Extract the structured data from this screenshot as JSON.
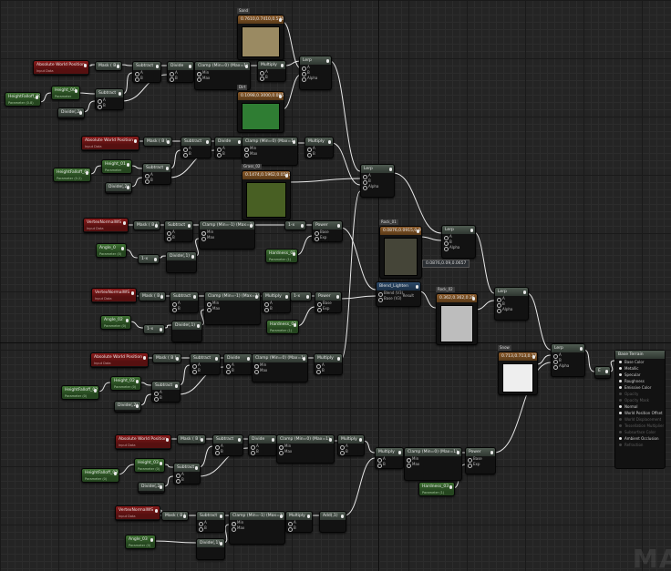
{
  "nodes": [
    {
      "id": "awp1",
      "title": "Absolute World Position",
      "subtitle": "Input Data",
      "color": "r",
      "pins": []
    },
    {
      "id": "mask1",
      "title": "Mask ( B )",
      "color": "g",
      "pins": []
    },
    {
      "id": "sub1",
      "title": "Subtract",
      "color": "g",
      "pins": [
        "A",
        "B"
      ]
    },
    {
      "id": "div1",
      "title": "Divide",
      "color": "g",
      "pins": [
        "A",
        "B"
      ]
    },
    {
      "id": "clamp1",
      "title": "Clamp (Min=0) (Max=1)",
      "color": "g",
      "pins": [
        "",
        "Min",
        "Max"
      ]
    },
    {
      "id": "mul1",
      "title": "Multiply",
      "color": "g",
      "pins": [
        "A",
        "B"
      ]
    },
    {
      "id": "lerp1",
      "title": "Lerp",
      "color": "g",
      "pins": [
        "A",
        "B",
        "Alpha"
      ]
    },
    {
      "id": "h00",
      "title": "Height_00",
      "subtitle": "Parameter (0.8)",
      "color": "gr",
      "pins": []
    },
    {
      "id": "hf00",
      "title": "HeightFalloff_00",
      "subtitle": "Parameter (0.8)",
      "color": "gr",
      "pins": []
    },
    {
      "id": "sub1b",
      "title": "Subtract",
      "color": "g",
      "pins": [
        "A",
        "B"
      ]
    },
    {
      "id": "div1b",
      "title": "Divide(,2)",
      "color": "g",
      "pins": []
    },
    {
      "id": "sand",
      "title": "0.7610,0.7410,0.5703",
      "label": "Sand",
      "color": "pk",
      "pins": []
    },
    {
      "id": "dirt",
      "title": "0.1098,0.3000,0.0850",
      "label": "Dirt",
      "color": "pk",
      "pins": []
    },
    {
      "id": "awp2",
      "title": "Absolute World Position",
      "subtitle": "Input Data",
      "color": "r",
      "pins": []
    },
    {
      "id": "mask2",
      "title": "Mask ( B )",
      "color": "g",
      "pins": []
    },
    {
      "id": "sub2",
      "title": "Subtract",
      "color": "g",
      "pins": [
        "A",
        "B"
      ]
    },
    {
      "id": "div2",
      "title": "Divide",
      "color": "g",
      "pins": [
        "A",
        "B"
      ]
    },
    {
      "id": "clamp2",
      "title": "Clamp (Min=0) (Max=1)",
      "color": "g",
      "pins": [
        "",
        "Min",
        "Max"
      ]
    },
    {
      "id": "mul2",
      "title": "Multiply",
      "color": "g",
      "pins": [
        "A",
        "B"
      ]
    },
    {
      "id": "h01",
      "title": "Height_01",
      "subtitle": "Parameter (0.2)",
      "color": "gr",
      "pins": []
    },
    {
      "id": "hf01",
      "title": "HeightFalloff_01",
      "subtitle": "Parameter (0.2)",
      "color": "gr",
      "pins": []
    },
    {
      "id": "sub2b",
      "title": "Subtract",
      "color": "g",
      "pins": [
        "A",
        "B"
      ]
    },
    {
      "id": "div2b",
      "title": "Divide(,2)",
      "color": "g",
      "pins": []
    },
    {
      "id": "grass",
      "title": "0.1474,0.1962,0.0597",
      "label": "Grass_02",
      "color": "pk",
      "pins": []
    },
    {
      "id": "lerp2",
      "title": "Lerp",
      "color": "g",
      "pins": [
        "A",
        "B",
        "Alpha"
      ]
    },
    {
      "id": "vn1",
      "title": "VertexNormalWS",
      "subtitle": "Input Data",
      "color": "r",
      "pins": []
    },
    {
      "id": "mask3",
      "title": "Mask ( B )",
      "color": "g",
      "pins": []
    },
    {
      "id": "sub3",
      "title": "Subtract",
      "color": "g",
      "pins": [
        "A",
        "B"
      ]
    },
    {
      "id": "clamp3",
      "title": "Clamp (Min=-1) (Max=1)",
      "color": "g",
      "pins": [
        "",
        "Min",
        "Max"
      ]
    },
    {
      "id": "one3",
      "title": "1-x",
      "color": "g",
      "pins": []
    },
    {
      "id": "pow3",
      "title": "Power",
      "color": "g",
      "pins": [
        "Base",
        "Exp"
      ]
    },
    {
      "id": "ang0",
      "title": "Angle_0",
      "subtitle": "Parameter (0)",
      "color": "gr",
      "pins": []
    },
    {
      "id": "onem3",
      "title": "1-x",
      "color": "g",
      "pins": []
    },
    {
      "id": "div3",
      "title": "Divide(,1)",
      "color": "g",
      "pins": []
    },
    {
      "id": "hard1",
      "title": "Hardness_01",
      "subtitle": "Parameter (1)",
      "color": "gr",
      "pins": []
    },
    {
      "id": "rock1",
      "title": "0.0876,0.0915,0.0657",
      "label": "Rock_01",
      "color": "pk",
      "pins": []
    },
    {
      "id": "lerp3",
      "title": "Lerp",
      "color": "g",
      "pins": [
        "A",
        "B",
        "Alpha"
      ]
    },
    {
      "id": "vn2",
      "title": "VertexNormalWS",
      "subtitle": "Input Data",
      "color": "r",
      "pins": []
    },
    {
      "id": "mask4",
      "title": "Mask ( B )",
      "color": "g",
      "pins": []
    },
    {
      "id": "sub4",
      "title": "Subtract",
      "color": "g",
      "pins": [
        "A",
        "B"
      ]
    },
    {
      "id": "clamp4",
      "title": "Clamp (Min=-1) (Max=1)",
      "color": "g",
      "pins": [
        "",
        "Min",
        "Max"
      ]
    },
    {
      "id": "mul4",
      "title": "Multiply",
      "color": "g",
      "pins": [
        "A",
        "B"
      ]
    },
    {
      "id": "one4",
      "title": "1-x",
      "color": "g",
      "pins": []
    },
    {
      "id": "pow4",
      "title": "Power",
      "color": "g",
      "pins": [
        "Base",
        "Exp"
      ]
    },
    {
      "id": "ang2",
      "title": "Angle_02",
      "subtitle": "Parameter (0)",
      "color": "gr",
      "pins": []
    },
    {
      "id": "onem4",
      "title": "1-x",
      "color": "g",
      "pins": []
    },
    {
      "id": "div4",
      "title": "Divide(,1)",
      "color": "g",
      "pins": []
    },
    {
      "id": "hard2",
      "title": "Hardness_02",
      "subtitle": "Parameter (1)",
      "color": "gr",
      "pins": []
    },
    {
      "id": "lighten",
      "title": "Blend_Lighten",
      "color": "bl",
      "pins": [
        "Blend (V3)",
        "Base (V3)"
      ],
      "out": "Result"
    },
    {
      "id": "rock2",
      "title": "0.362,0.362,0.36",
      "label": "Rock_02",
      "color": "pk",
      "pins": []
    },
    {
      "id": "lerp4",
      "title": "Lerp",
      "color": "g",
      "pins": [
        "A",
        "B",
        "Alpha"
      ]
    },
    {
      "id": "awp3",
      "title": "Absolute World Position",
      "subtitle": "Input Data",
      "color": "r",
      "pins": []
    },
    {
      "id": "mask5",
      "title": "Mask ( B )",
      "color": "g",
      "pins": []
    },
    {
      "id": "sub5",
      "title": "Subtract",
      "color": "g",
      "pins": [
        "A",
        "B"
      ]
    },
    {
      "id": "div5",
      "title": "Divide",
      "color": "g",
      "pins": [
        "A",
        "B"
      ]
    },
    {
      "id": "clamp5",
      "title": "Clamp (Min=0) (Max=1)",
      "color": "g",
      "pins": [
        "",
        "Min",
        "Max"
      ]
    },
    {
      "id": "mul5",
      "title": "Multiply",
      "color": "g",
      "pins": [
        "A",
        "B"
      ]
    },
    {
      "id": "h02",
      "title": "Height_02",
      "subtitle": "Parameter (0)",
      "color": "gr",
      "pins": []
    },
    {
      "id": "hf02",
      "title": "HeightFalloff_02",
      "subtitle": "Parameter (0)",
      "color": "gr",
      "pins": []
    },
    {
      "id": "sub5b",
      "title": "Subtract",
      "color": "g",
      "pins": [
        "A",
        "B"
      ]
    },
    {
      "id": "div5b",
      "title": "Divide(,2)",
      "color": "g",
      "pins": []
    },
    {
      "id": "snow",
      "title": "0.713,0.713,0.77",
      "label": "Snow",
      "color": "pk",
      "pins": []
    },
    {
      "id": "lerp5",
      "title": "Lerp",
      "color": "g",
      "pins": [
        "A",
        "B",
        "Alpha"
      ]
    },
    {
      "id": "awp4",
      "title": "Absolute World Position",
      "subtitle": "Input Data",
      "color": "r",
      "pins": []
    },
    {
      "id": "mask6",
      "title": "Mask ( B )",
      "color": "g",
      "pins": []
    },
    {
      "id": "sub6",
      "title": "Subtract",
      "color": "g",
      "pins": [
        "A",
        "B"
      ]
    },
    {
      "id": "div6",
      "title": "Divide",
      "color": "g",
      "pins": [
        "A",
        "B"
      ]
    },
    {
      "id": "clamp6",
      "title": "Clamp (Min=0) (Max=1)",
      "color": "g",
      "pins": [
        "",
        "Min",
        "Max"
      ]
    },
    {
      "id": "mul6",
      "title": "Multiply",
      "color": "g",
      "pins": [
        "A",
        "B"
      ]
    },
    {
      "id": "h03",
      "title": "Height_03",
      "subtitle": "Parameter (0)",
      "color": "gr",
      "pins": []
    },
    {
      "id": "hf03",
      "title": "HeightFalloff_03",
      "subtitle": "Parameter (0)",
      "color": "gr",
      "pins": []
    },
    {
      "id": "sub6b",
      "title": "Subtract",
      "color": "g",
      "pins": [
        "A",
        "B"
      ]
    },
    {
      "id": "div6b",
      "title": "Divide(,2)",
      "color": "g",
      "pins": []
    },
    {
      "id": "mul7",
      "title": "Multiply",
      "color": "g",
      "pins": [
        "A",
        "B"
      ]
    },
    {
      "id": "clamp7",
      "title": "Clamp (Min=0) (Max=1)",
      "color": "g",
      "pins": [
        "",
        "Min",
        "Max"
      ]
    },
    {
      "id": "pow7",
      "title": "Power",
      "color": "g",
      "pins": [
        "Base",
        "Exp"
      ]
    },
    {
      "id": "hard3",
      "title": "Hardness_03",
      "subtitle": "Parameter (1)",
      "color": "gr",
      "pins": []
    },
    {
      "id": "vn3",
      "title": "VertexNormalWS",
      "subtitle": "Input Data",
      "color": "r",
      "pins": []
    },
    {
      "id": "mask8",
      "title": "Mask ( B )",
      "color": "g",
      "pins": []
    },
    {
      "id": "sub8",
      "title": "Subtract",
      "color": "g",
      "pins": [
        "A",
        "B"
      ]
    },
    {
      "id": "clamp8",
      "title": "Clamp (Min=-1) (Max=1)",
      "color": "g",
      "pins": [
        "",
        "Min",
        "Max"
      ]
    },
    {
      "id": "mul8",
      "title": "Multiply",
      "color": "g",
      "pins": [
        "A",
        "B"
      ]
    },
    {
      "id": "add8",
      "title": "Add(,1)",
      "color": "g",
      "pins": []
    },
    {
      "id": "ang3",
      "title": "Angle_03",
      "subtitle": "Parameter (0)",
      "color": "gr",
      "pins": []
    },
    {
      "id": "div8",
      "title": "Divide(,1)",
      "color": "g",
      "pins": []
    },
    {
      "id": "e",
      "title": "E",
      "color": "g",
      "pins": []
    }
  ],
  "tooltip": "0.0876,0.09,0.0657",
  "output_node": {
    "title": "Base Terrain",
    "rows": [
      {
        "label": "Base Color",
        "enabled": true
      },
      {
        "label": "Metallic",
        "enabled": true
      },
      {
        "label": "Specular",
        "enabled": true
      },
      {
        "label": "Roughness",
        "enabled": true
      },
      {
        "label": "Emissive Color",
        "enabled": true
      },
      {
        "label": "Opacity",
        "enabled": false
      },
      {
        "label": "Opacity Mask",
        "enabled": false
      },
      {
        "label": "Normal",
        "enabled": true
      },
      {
        "label": "World Position Offset",
        "enabled": true
      },
      {
        "label": "World Displacement",
        "enabled": false
      },
      {
        "label": "Tessellation Multiplier",
        "enabled": false
      },
      {
        "label": "Subsurface Color",
        "enabled": false
      },
      {
        "label": "Ambient Occlusion",
        "enabled": true
      },
      {
        "label": "Refraction",
        "enabled": false
      }
    ]
  },
  "watermark": "MAT",
  "swatch_colors": {
    "sand": "#9a8a62",
    "dirt": "#2f7d33",
    "grass": "#485f23",
    "rock1": "#454538",
    "rock2": "#bdbdbd",
    "snow": "#eeeeee"
  }
}
